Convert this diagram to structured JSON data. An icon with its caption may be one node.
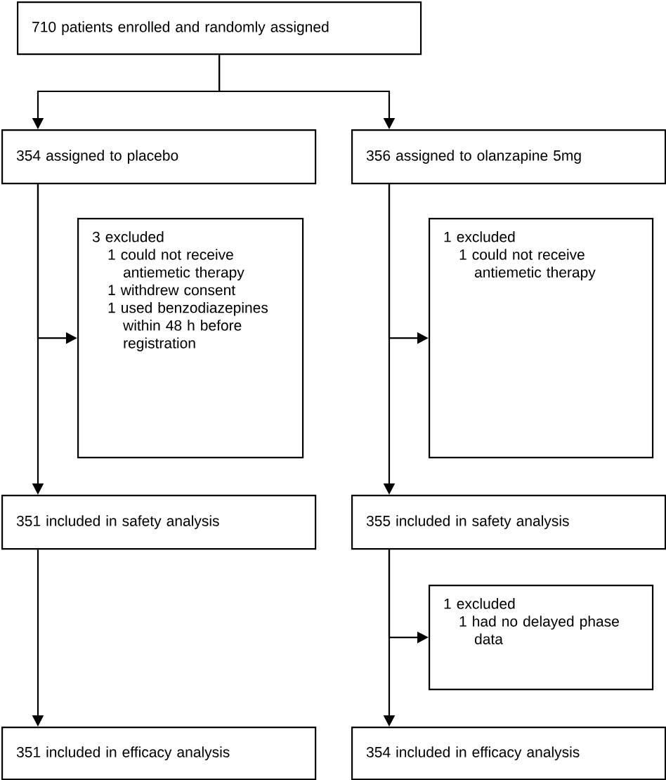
{
  "diagram": {
    "nodes": [
      {
        "text": [
          "710 patients enrolled and randomly assigned"
        ]
      },
      {
        "text": [
          "354 assigned to placebo"
        ]
      },
      {
        "text": [
          "356 assigned to olanzapine 5mg"
        ]
      },
      {
        "text": [
          "3 excluded",
          "1 could not receive antiemetic therapy",
          "1 withdrew consent",
          "1 used benzodiazepines within 48 h before registration"
        ]
      },
      {
        "text": [
          "1 excluded",
          "1 could not receive antiemetic therapy"
        ]
      },
      {
        "text": [
          "351 included in safety analysis"
        ]
      },
      {
        "text": [
          "355 included in safety analysis"
        ]
      },
      {
        "text": [
          "1 excluded",
          "1 had no delayed phase data"
        ]
      },
      {
        "text": [
          "351 included in efficacy analysis"
        ]
      },
      {
        "text": [
          "354 included in efficacy analysis"
        ]
      }
    ],
    "edges": [
      {
        "from": 0,
        "to": 1,
        "arrow": "to"
      },
      {
        "from": 0,
        "to": 2,
        "arrow": "to"
      },
      {
        "from": 1,
        "to": 3,
        "arrow": "to"
      },
      {
        "from": 1,
        "to": 5,
        "arrow": "to"
      },
      {
        "from": 2,
        "to": 4,
        "arrow": "to"
      },
      {
        "from": 2,
        "to": 6,
        "arrow": "to"
      },
      {
        "from": 5,
        "to": 8,
        "arrow": "to"
      },
      {
        "from": 6,
        "to": 7,
        "arrow": "to"
      },
      {
        "from": 6,
        "to": 9,
        "arrow": "to"
      }
    ]
  }
}
